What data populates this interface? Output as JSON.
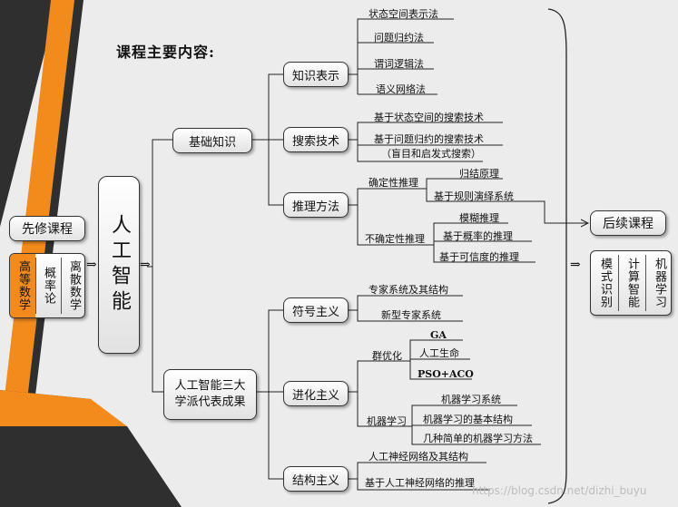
{
  "title": "课程主要内容:",
  "prereq": {
    "header": "先修课程",
    "courses": [
      "高等数学",
      "概率论",
      "离散数学"
    ]
  },
  "center": "人工智能",
  "branches": {
    "basic": "基础知识",
    "schools": [
      "人工智能三大",
      "学派代表成果"
    ]
  },
  "nodes": {
    "knowledge": "知识表示",
    "search": "搜索技术",
    "reasoning": "推理方法",
    "symbolic": "符号主义",
    "evolution": "进化主义",
    "connection": "结构主义"
  },
  "leaves": {
    "knowledge": [
      "状态空间表示法",
      "问题归约法",
      "谓词逻辑法",
      "语义网络法"
    ],
    "search": [
      "基于状态空间的搜索技术",
      "基于问题归约的搜索技术",
      "（盲目和启发式搜索）"
    ],
    "reasoning_certain": {
      "label": "确定性推理",
      "items": [
        "归结原理",
        "基于规则演绎系统"
      ]
    },
    "reasoning_uncertain": {
      "label": "不确定性推理",
      "items": [
        "模糊推理",
        "基于概率的推理",
        "基于可信度的推理"
      ]
    },
    "symbolic": [
      "专家系统及其结构",
      "新型专家系统"
    ],
    "swarm": {
      "label": "群优化",
      "items": [
        "GA",
        "人工生命",
        "PSO+ACO"
      ]
    },
    "ml": {
      "label": "机器学习",
      "items": [
        "机器学习系统",
        "机器学习的基本结构",
        "几种简单的机器学习方法"
      ]
    },
    "connection": [
      "人工神经网络及其结构",
      "基于人工神经网络的推理"
    ]
  },
  "followup": {
    "header": "后续课程",
    "courses": [
      "模式识别",
      "计算智能",
      "机器学习"
    ]
  },
  "arrow_glyph": "⇒",
  "watermark": "https://blog.csdn.net/dizhi_buyu"
}
